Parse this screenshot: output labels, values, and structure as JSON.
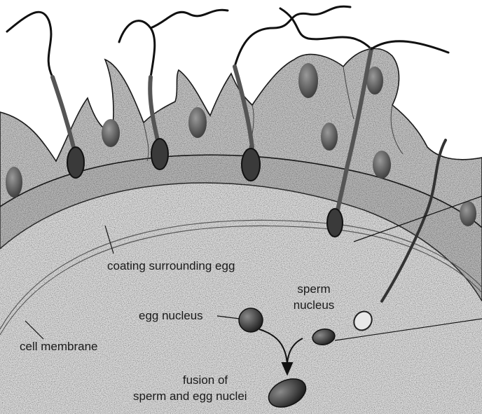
{
  "labels": {
    "coating": "coating surrounding egg",
    "cell_membrane": "cell membrane",
    "egg_nucleus": "egg nucleus",
    "sperm_nucleus_line1": "sperm",
    "sperm_nucleus_line2": "nucleus",
    "fusion_line1": "fusion of",
    "fusion_line2": "sperm and egg nuclei"
  }
}
